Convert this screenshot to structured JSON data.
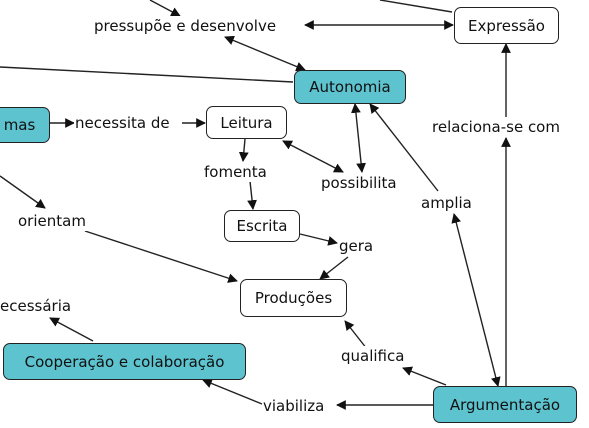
{
  "concepts": {
    "expressao": "Expressão",
    "autonomia": "Autonomia",
    "temas": "mas",
    "leitura": "Leitura",
    "escrita": "Escrita",
    "producoes": "Produções",
    "cooperacao": "Cooperação e colaboração",
    "argumentacao": "Argumentação"
  },
  "linking_phrases": {
    "pressupoe": "pressupõe e desenvolve",
    "necessita": "necessita de",
    "fomenta": "fomenta",
    "possibilita": "possibilita",
    "amplia": "amplia",
    "relaciona": "relaciona-se com",
    "orientam": "orientam",
    "gera": "gera",
    "necessaria": "ecessária",
    "qualifica": "qualifica",
    "viabiliza": "viabiliza"
  },
  "colors": {
    "highlight_fill": "#5cc3cf",
    "plain_fill": "#ffffff",
    "line": "#222222"
  }
}
